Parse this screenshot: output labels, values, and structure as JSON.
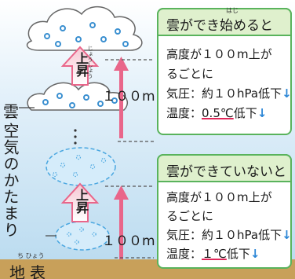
{
  "top_box": {
    "title": "雲ができ始めると",
    "title_ruby": "はじ",
    "line1": "高度が１００m上が",
    "line2": "るごとに",
    "pressure": "気圧：約１０hPa低下",
    "temperature_prefix": "温度：",
    "temperature_value": "0.5℃",
    "temperature_suffix": "低下"
  },
  "bottom_box": {
    "title": "雲ができていないと",
    "line1": "高度が１００m上が",
    "line2": "るごとに",
    "pressure": "気圧：約１０hPa低下",
    "temperature_prefix": "温度：",
    "temperature_value": "１℃",
    "temperature_suffix": "低下"
  },
  "labels": {
    "cloud": "雲",
    "air_mass": "空気のかたまり",
    "ground": "地表",
    "ground_ruby": "ち ひょう",
    "rise": "上昇",
    "rise_ruby": "じょうしょう",
    "height_top": "１００m",
    "height_bottom": "１００m"
  },
  "icons": {
    "down_arrow": "blue-down-arrow-icon"
  },
  "colors": {
    "sky": "#c9e4f4",
    "ground": "#c8a05a",
    "arrow_pink": "#e9668a",
    "box_border": "#59b35c",
    "box_title_bg": "#dff0cd",
    "down_arrow": "#2b86d6"
  }
}
